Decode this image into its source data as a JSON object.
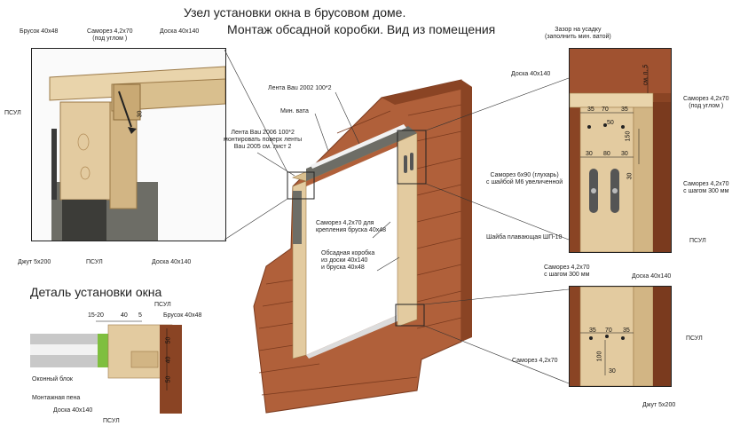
{
  "title_line1": "Узел установки окна в брусовом доме.",
  "title_line2": "Монтаж обсадной коробки. Вид из помещения",
  "detail_title": "Деталь установки окна",
  "colors": {
    "wood_face": "#b0603a",
    "wood_side": "#8a4424",
    "timber": "#e3cba0",
    "timber_dark": "#c4a472",
    "concrete": "#6d6d66",
    "tape_white": "#f2f2f2"
  },
  "labels": {
    "brusok_40x48_top": "Брусок 40х48",
    "samorez_angle_left": "Саморез 4,2х70",
    "samorez_angle_left_2": "(под углом )",
    "doska_40x140_top": "Доска 40х140",
    "psul_left": "ПСУЛ",
    "jut_left": "Джут 5х200",
    "psul_bottom": "ПСУЛ",
    "doska_40x140_bottom": "Доска 40х140",
    "lenta_2002": "Лента Bau 2002  100*2",
    "min_vata": "Мин. вата",
    "lenta_2006_1": "Лента Bau 2006  100*2",
    "lenta_2006_2": "монтировать поверх ленты",
    "lenta_2006_3": "Bau 2005 см. лист 2",
    "samorez_brusok_1": "Саморез 4,2х70 для",
    "samorez_brusok_2": "крепления бруска 40х48",
    "obsadnaya_1": "Обсадная коробка",
    "obsadnaya_2": "из доски 40х140",
    "obsadnaya_3": "и бруска 40х48",
    "zazor_1": "Зазор на усадку",
    "zazor_2": "(заполнить мин. ватой)",
    "doska_right": "Доска 40х140",
    "samorez_right_1": "Саморез 4,2х70",
    "samorez_right_2": "(под углом )",
    "samorez_glukhar_1": "Саморез 6х90 (глухарь)",
    "samorez_glukhar_2": "с шайбой М6 увеличенной",
    "samorez_step_1": "Саморез 4,2х70",
    "samorez_step_2": "с шагом 300 мм",
    "shaiba": "Шайба плавающая ШП-10",
    "psul_right": "ПСУЛ",
    "samorez_step_b1": "Саморез 4,2х70",
    "samorez_step_b2": "с шагом 300 мм",
    "doska_right_b": "Доска 40х140",
    "psul_right_b": "ПСУЛ",
    "samorez_right_b": "Саморез 4,2х70",
    "jut_right_b": "Джут 5х200",
    "detail_psul_top": "ПСУЛ",
    "detail_brusok": "Брусок 40х48",
    "detail_okonny": "Оконный блок",
    "detail_pena": "Монтажная пена",
    "detail_doska": "Доска 40х140",
    "detail_psul_bottom": "ПСУЛ"
  },
  "dims": {
    "d30_left": "30",
    "d35_a": "35",
    "d70_a": "70",
    "d35_b": "35",
    "d50_a": "50",
    "d150": "150",
    "d5": "см. п. 5",
    "d30_b": "30",
    "d80": "80",
    "d30_c": "30",
    "d30_side": "30",
    "d35_c": "35",
    "d70_b": "70",
    "d35_d": "35",
    "d100": "100",
    "d30_d": "30",
    "det_15_20": "15-20",
    "det_40": "40",
    "det_5": "5",
    "det_50a": "50",
    "det_40b": "40",
    "det_50b": "50"
  }
}
